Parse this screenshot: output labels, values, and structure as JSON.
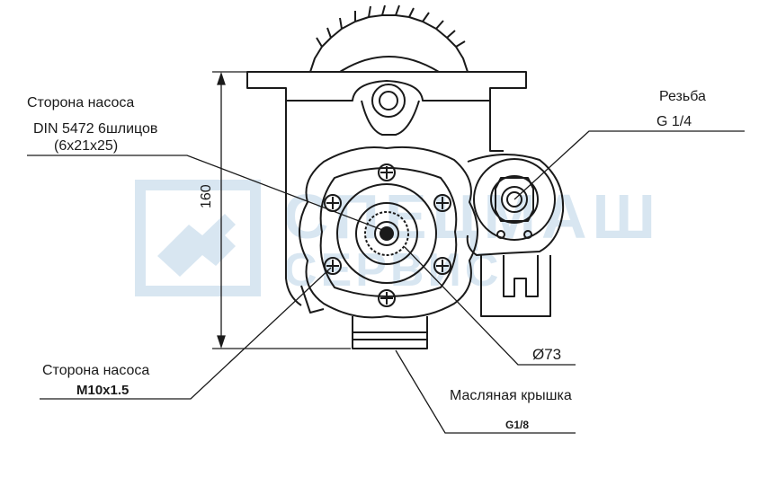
{
  "labels": {
    "pump_side_top": "Сторона насоса",
    "spline_spec": "DIN 5472 6шлицов",
    "spline_dims": "(6x21x25)",
    "thread_title": "Резьба",
    "thread_value": "G 1/4",
    "height_dim": "160",
    "diameter_dim": "Ø73",
    "pump_side_bottom": "Сторона насоса",
    "bolt_thread": "M10x1.5",
    "oil_cap": "Масляная крышка",
    "oil_cap_thread": "G1/8"
  },
  "colors": {
    "line": "#1a1a1a",
    "watermark": "#9fc3de"
  }
}
